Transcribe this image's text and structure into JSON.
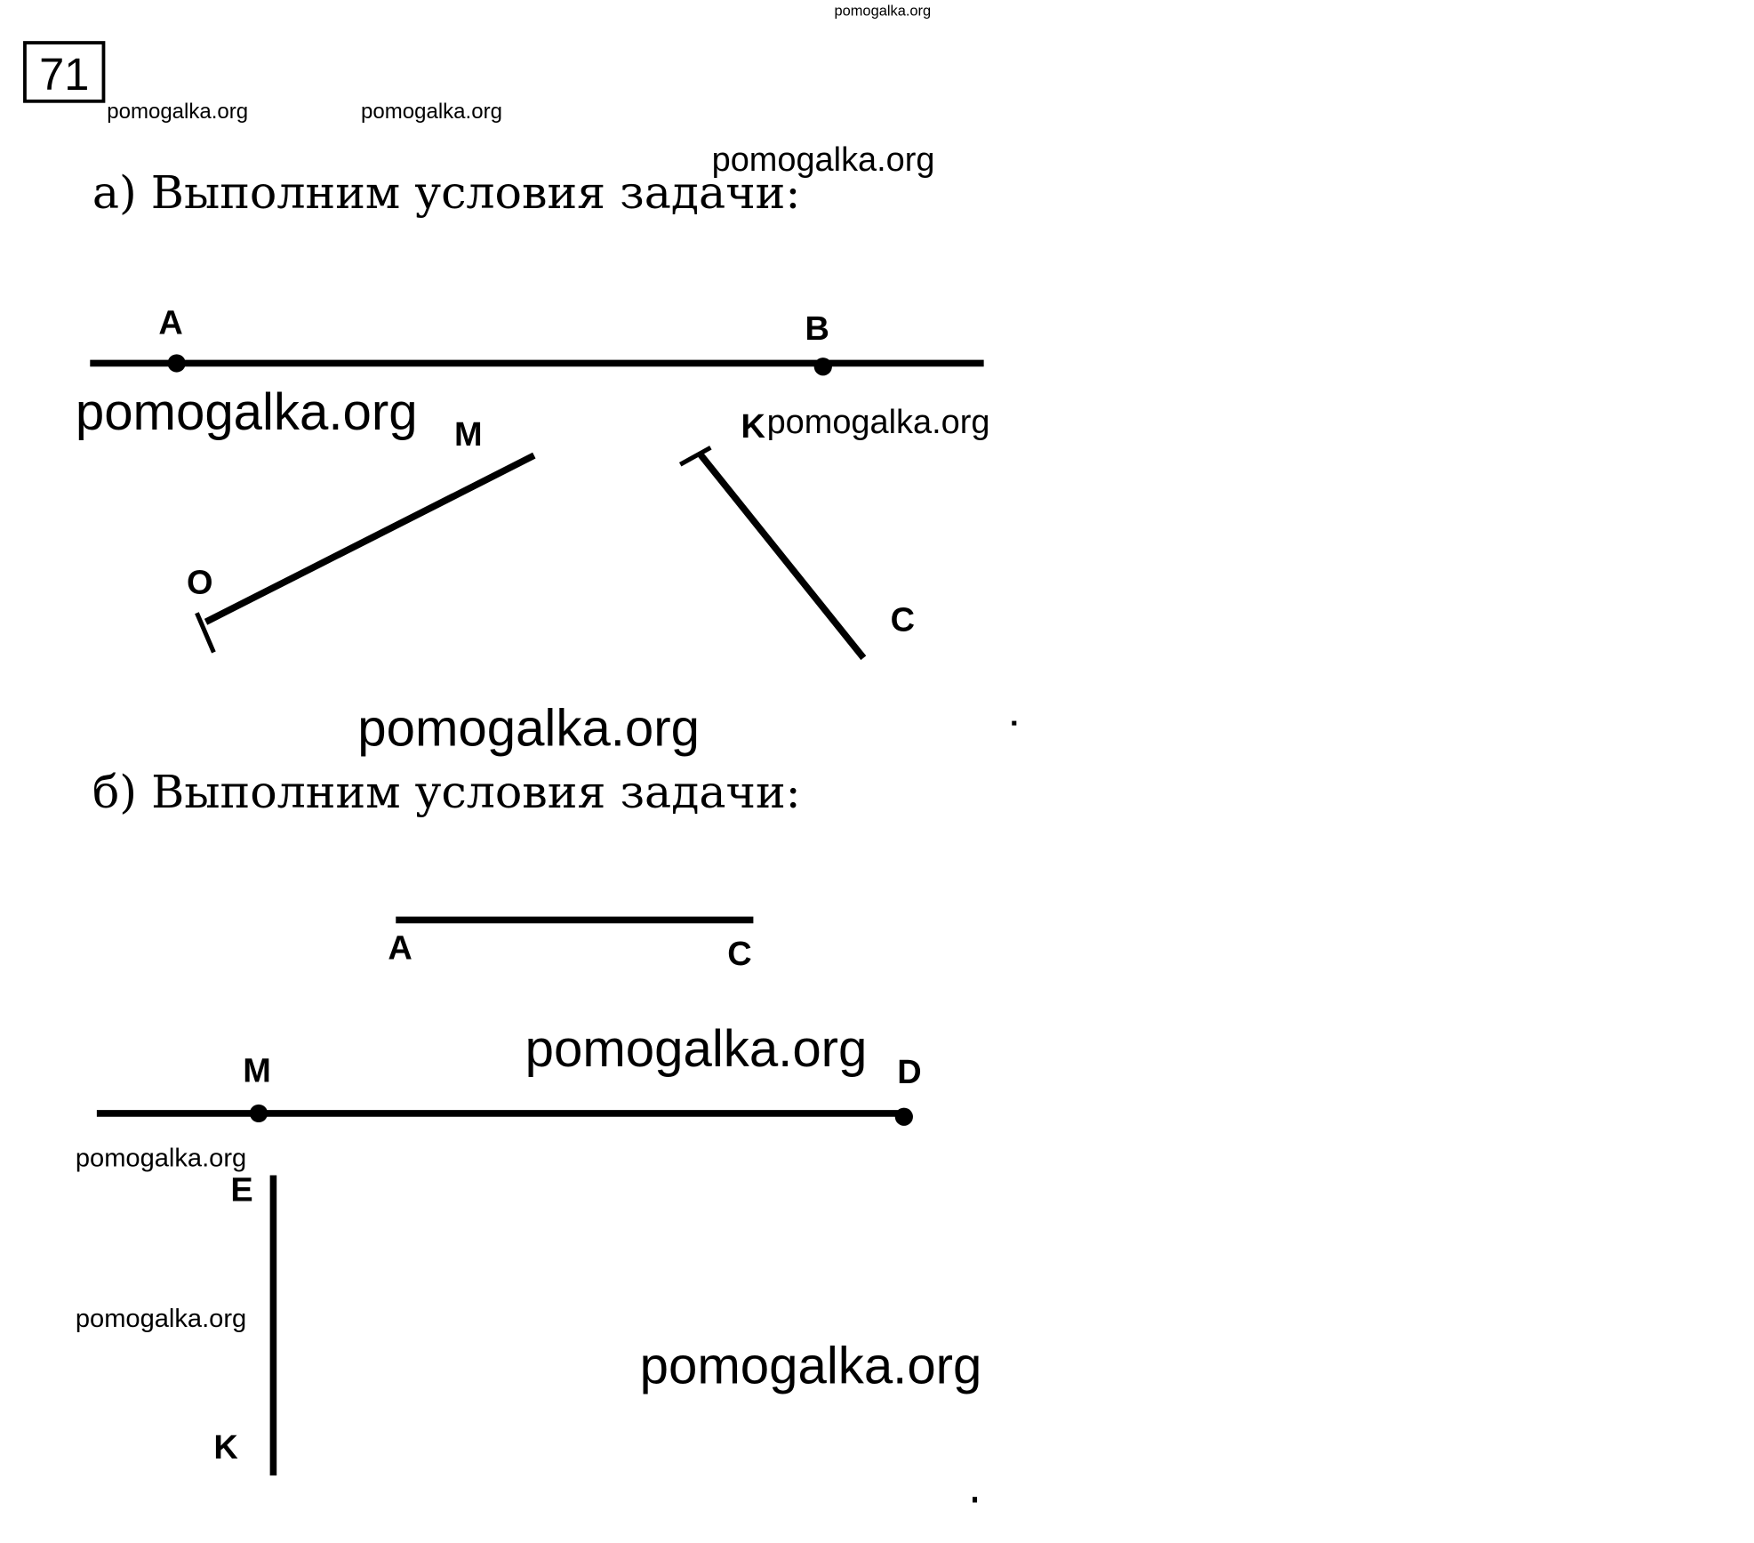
{
  "watermark": "pomogalka.org",
  "watermark_color": "#3a4fd0",
  "problem_number": "71",
  "part_a": {
    "heading": "а) Выполним условия задачи:",
    "labels": {
      "A": "A",
      "B": "B",
      "M": "M",
      "O": "O",
      "K": "K",
      "C": "C"
    }
  },
  "part_b": {
    "heading": "б) Выполним условия задачи:",
    "labels": {
      "A": "A",
      "C": "C",
      "M": "M",
      "D": "D",
      "E": "E",
      "K": "K"
    }
  }
}
